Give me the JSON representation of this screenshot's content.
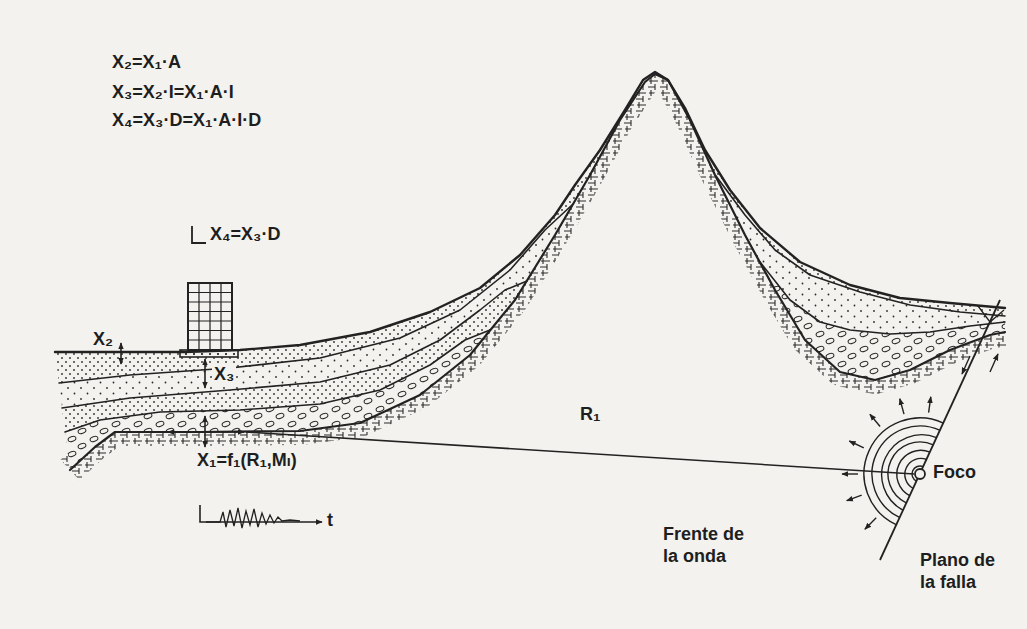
{
  "diagram": {
    "labels": [
      "X₂=X₁·A",
      "X₃=X₂·I=X₁·A·I",
      "X₄=X₃·D=X₁·A·I·D",
      "X₄=X₃·D",
      "X₂",
      "X₃",
      "X₁=f₁(R₁,Mₗ)",
      "t",
      "R₁",
      "Frente de la onda",
      "Foco",
      "Plano de la falla"
    ]
  }
}
